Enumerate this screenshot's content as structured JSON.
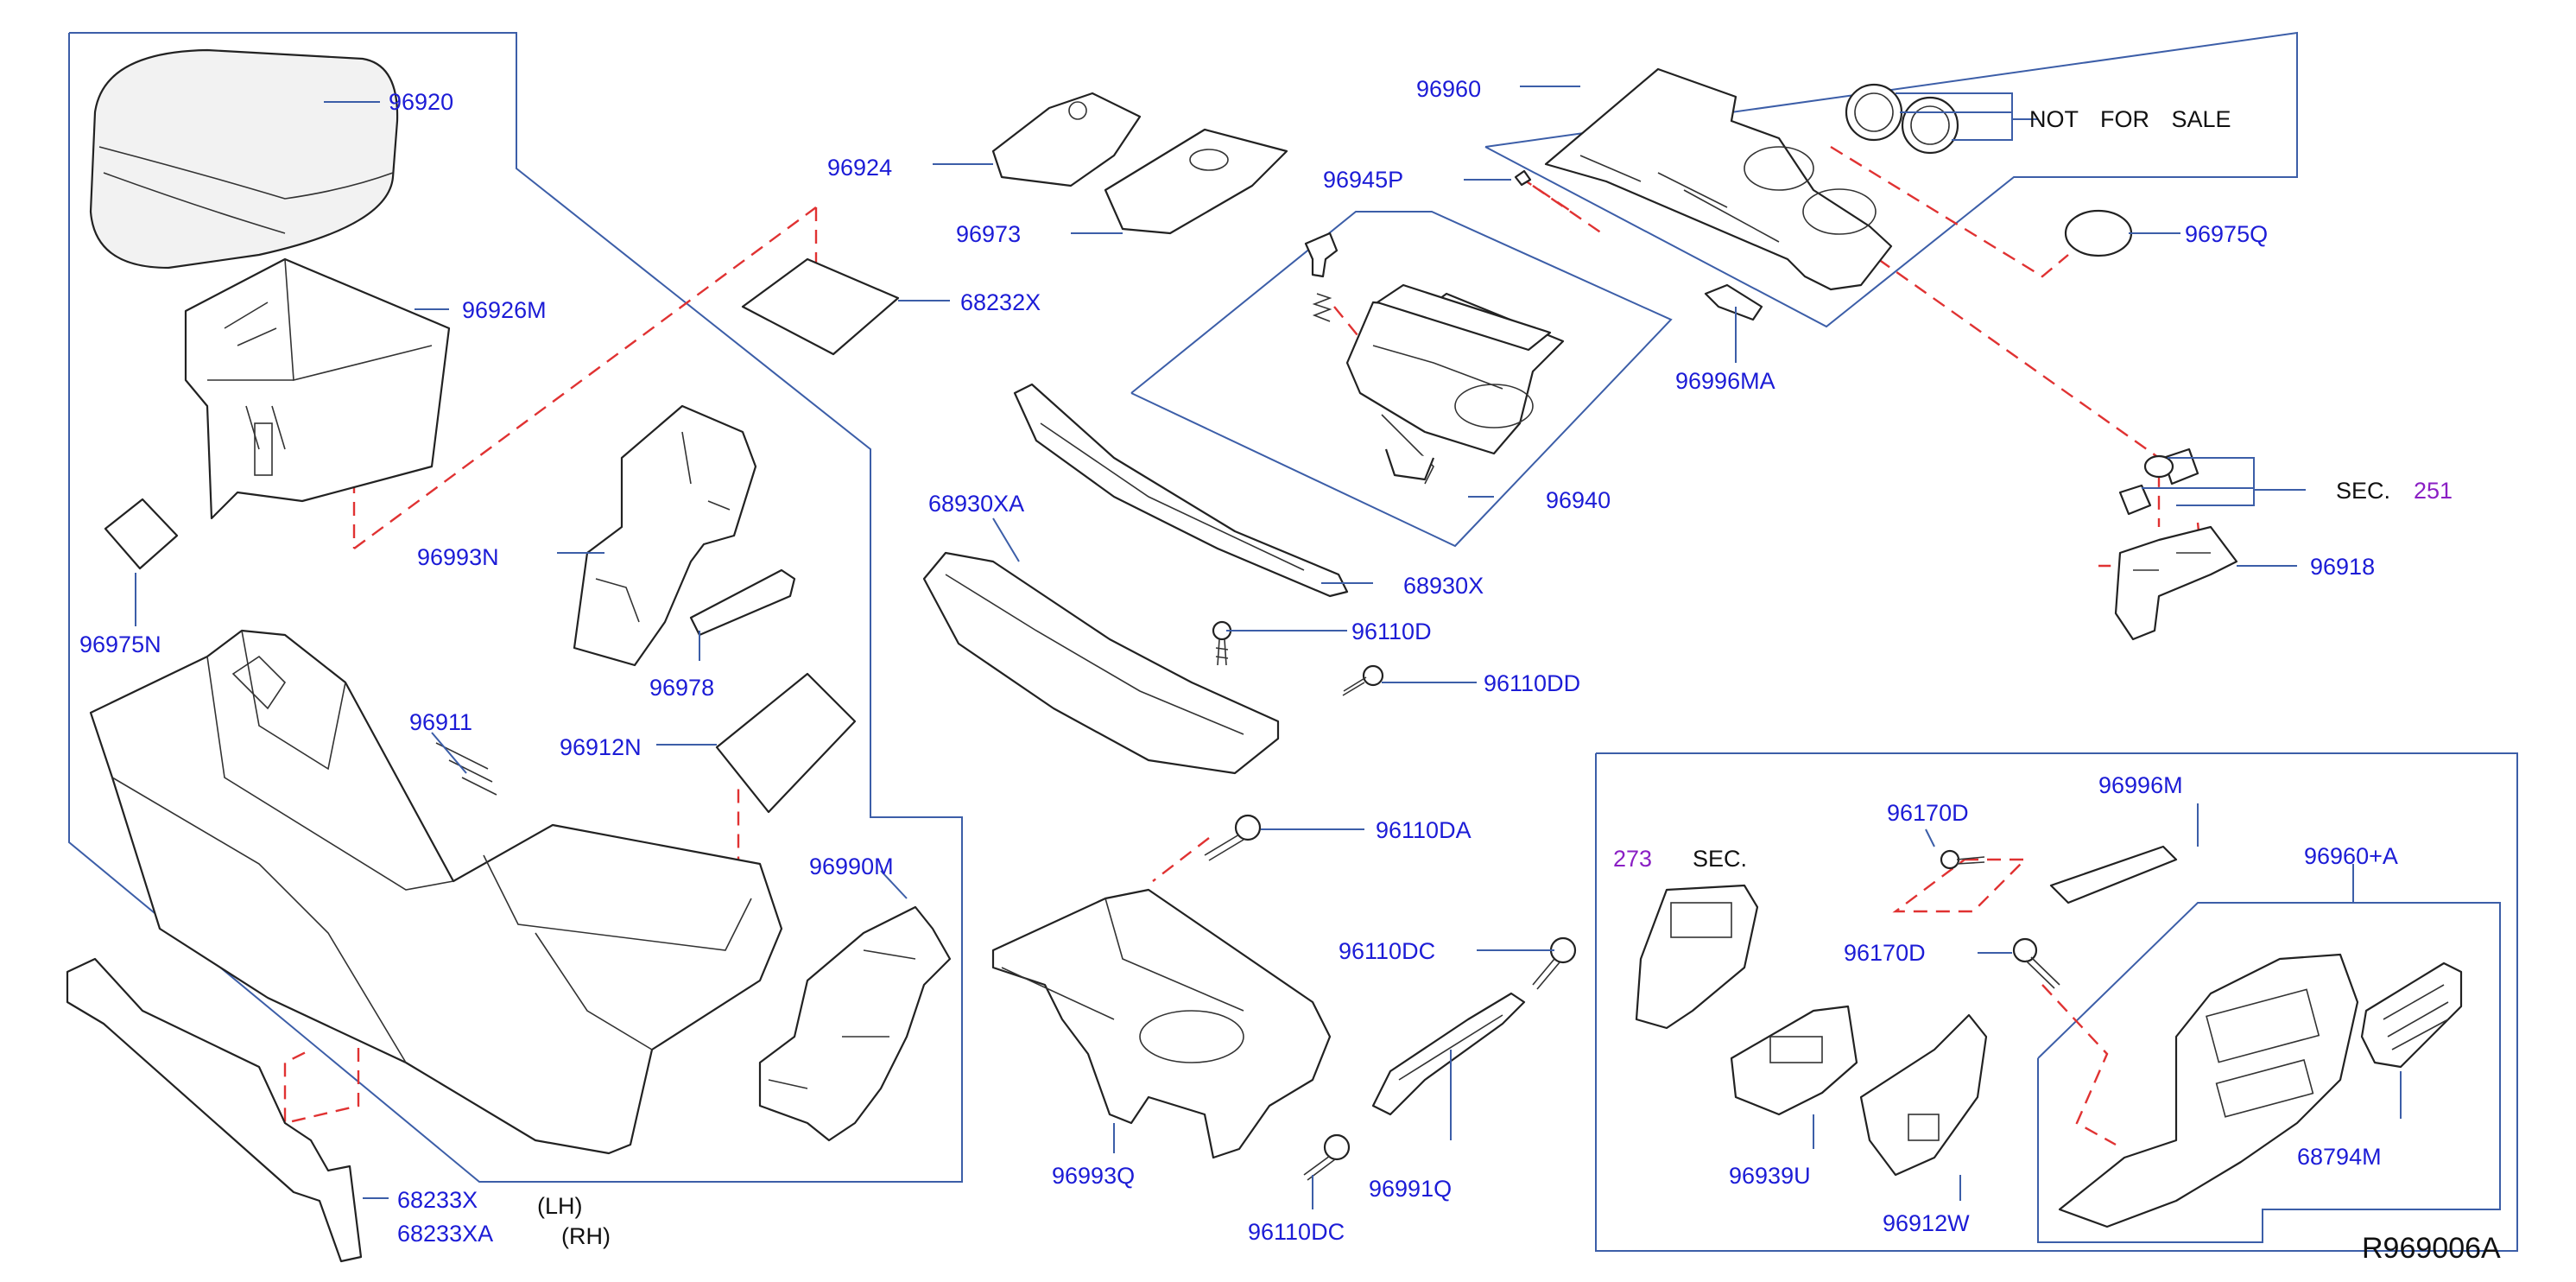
{
  "diagram": {
    "code": "R969006A",
    "labels": {
      "p96920": "96920",
      "p96926M": "96926M",
      "p96975N": "96975N",
      "p96924": "96924",
      "p68232X": "68232X",
      "p96973": "96973",
      "p96993N": "96993N",
      "p96978": "96978",
      "p96911": "96911",
      "p96912N": "96912N",
      "p96990M": "96990M",
      "p68233X": "68233X",
      "p68233XA": "68233XA",
      "lh": "(LH)",
      "rh": "(RH)",
      "p96960": "96960",
      "not_for_sale": "NOT FOR SALE",
      "p96945P": "96945P",
      "p96975Q": "96975Q",
      "p96996MA": "96996MA",
      "p96940": "96940",
      "p68930XA": "68930XA",
      "p68930X": "68930X",
      "p96110D": "96110D",
      "p96110DD": "96110DD",
      "sec_251_text": "SEC.",
      "sec_251_num": "251",
      "p96918": "96918",
      "p96110DA": "96110DA",
      "p96110DC_top": "96110DC",
      "p96993Q": "96993Q",
      "p96110DC_bottom": "96110DC",
      "p96991Q": "96991Q",
      "sec_273_num": "273",
      "sec_273_text": "SEC.",
      "p96170D_top": "96170D",
      "p96996M": "96996M",
      "p96960A": "96960+A",
      "p96170D_bottom": "96170D",
      "p96939U": "96939U",
      "p96912W": "96912W",
      "p68794M": "68794M"
    }
  }
}
